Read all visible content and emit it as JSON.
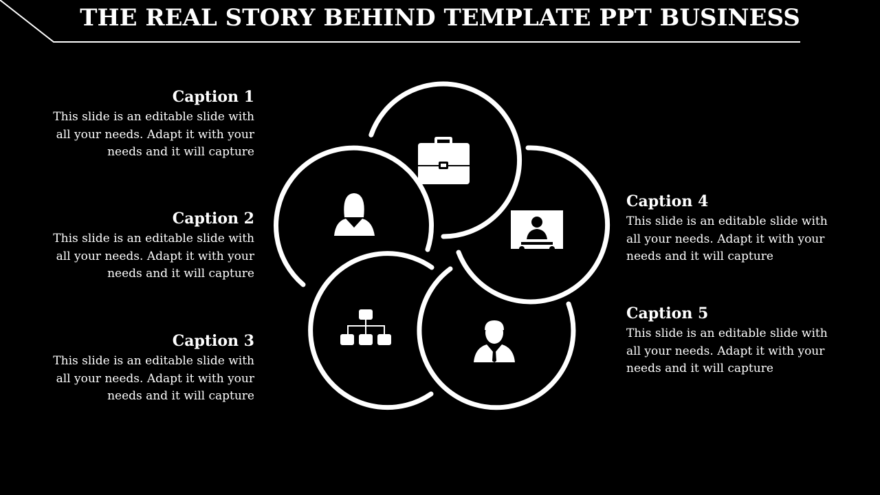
{
  "title": "THE REAL STORY BEHIND TEMPLATE PPT BUSINESS",
  "colors": {
    "background": "#000000",
    "foreground": "#ffffff"
  },
  "captions": [
    {
      "heading": "Caption 1",
      "body": "This slide is an editable slide with all your needs. Adapt it with your needs and it will capture"
    },
    {
      "heading": "Caption 2",
      "body": "This slide is an editable slide with all your needs. Adapt it with your needs and it will capture"
    },
    {
      "heading": "Caption 3",
      "body": "This slide is an editable slide with all your needs. Adapt it with your needs and it will capture"
    },
    {
      "heading": "Caption 4",
      "body": "This slide is an editable slide with all your needs. Adapt it with your needs and it will capture"
    },
    {
      "heading": "Caption 5",
      "body": "This slide is an editable slide with all your needs. Adapt it with your needs and it will capture"
    }
  ],
  "icons": [
    "briefcase-icon",
    "businesswoman-icon",
    "presentation-board-icon",
    "org-chart-icon",
    "businessman-icon"
  ]
}
